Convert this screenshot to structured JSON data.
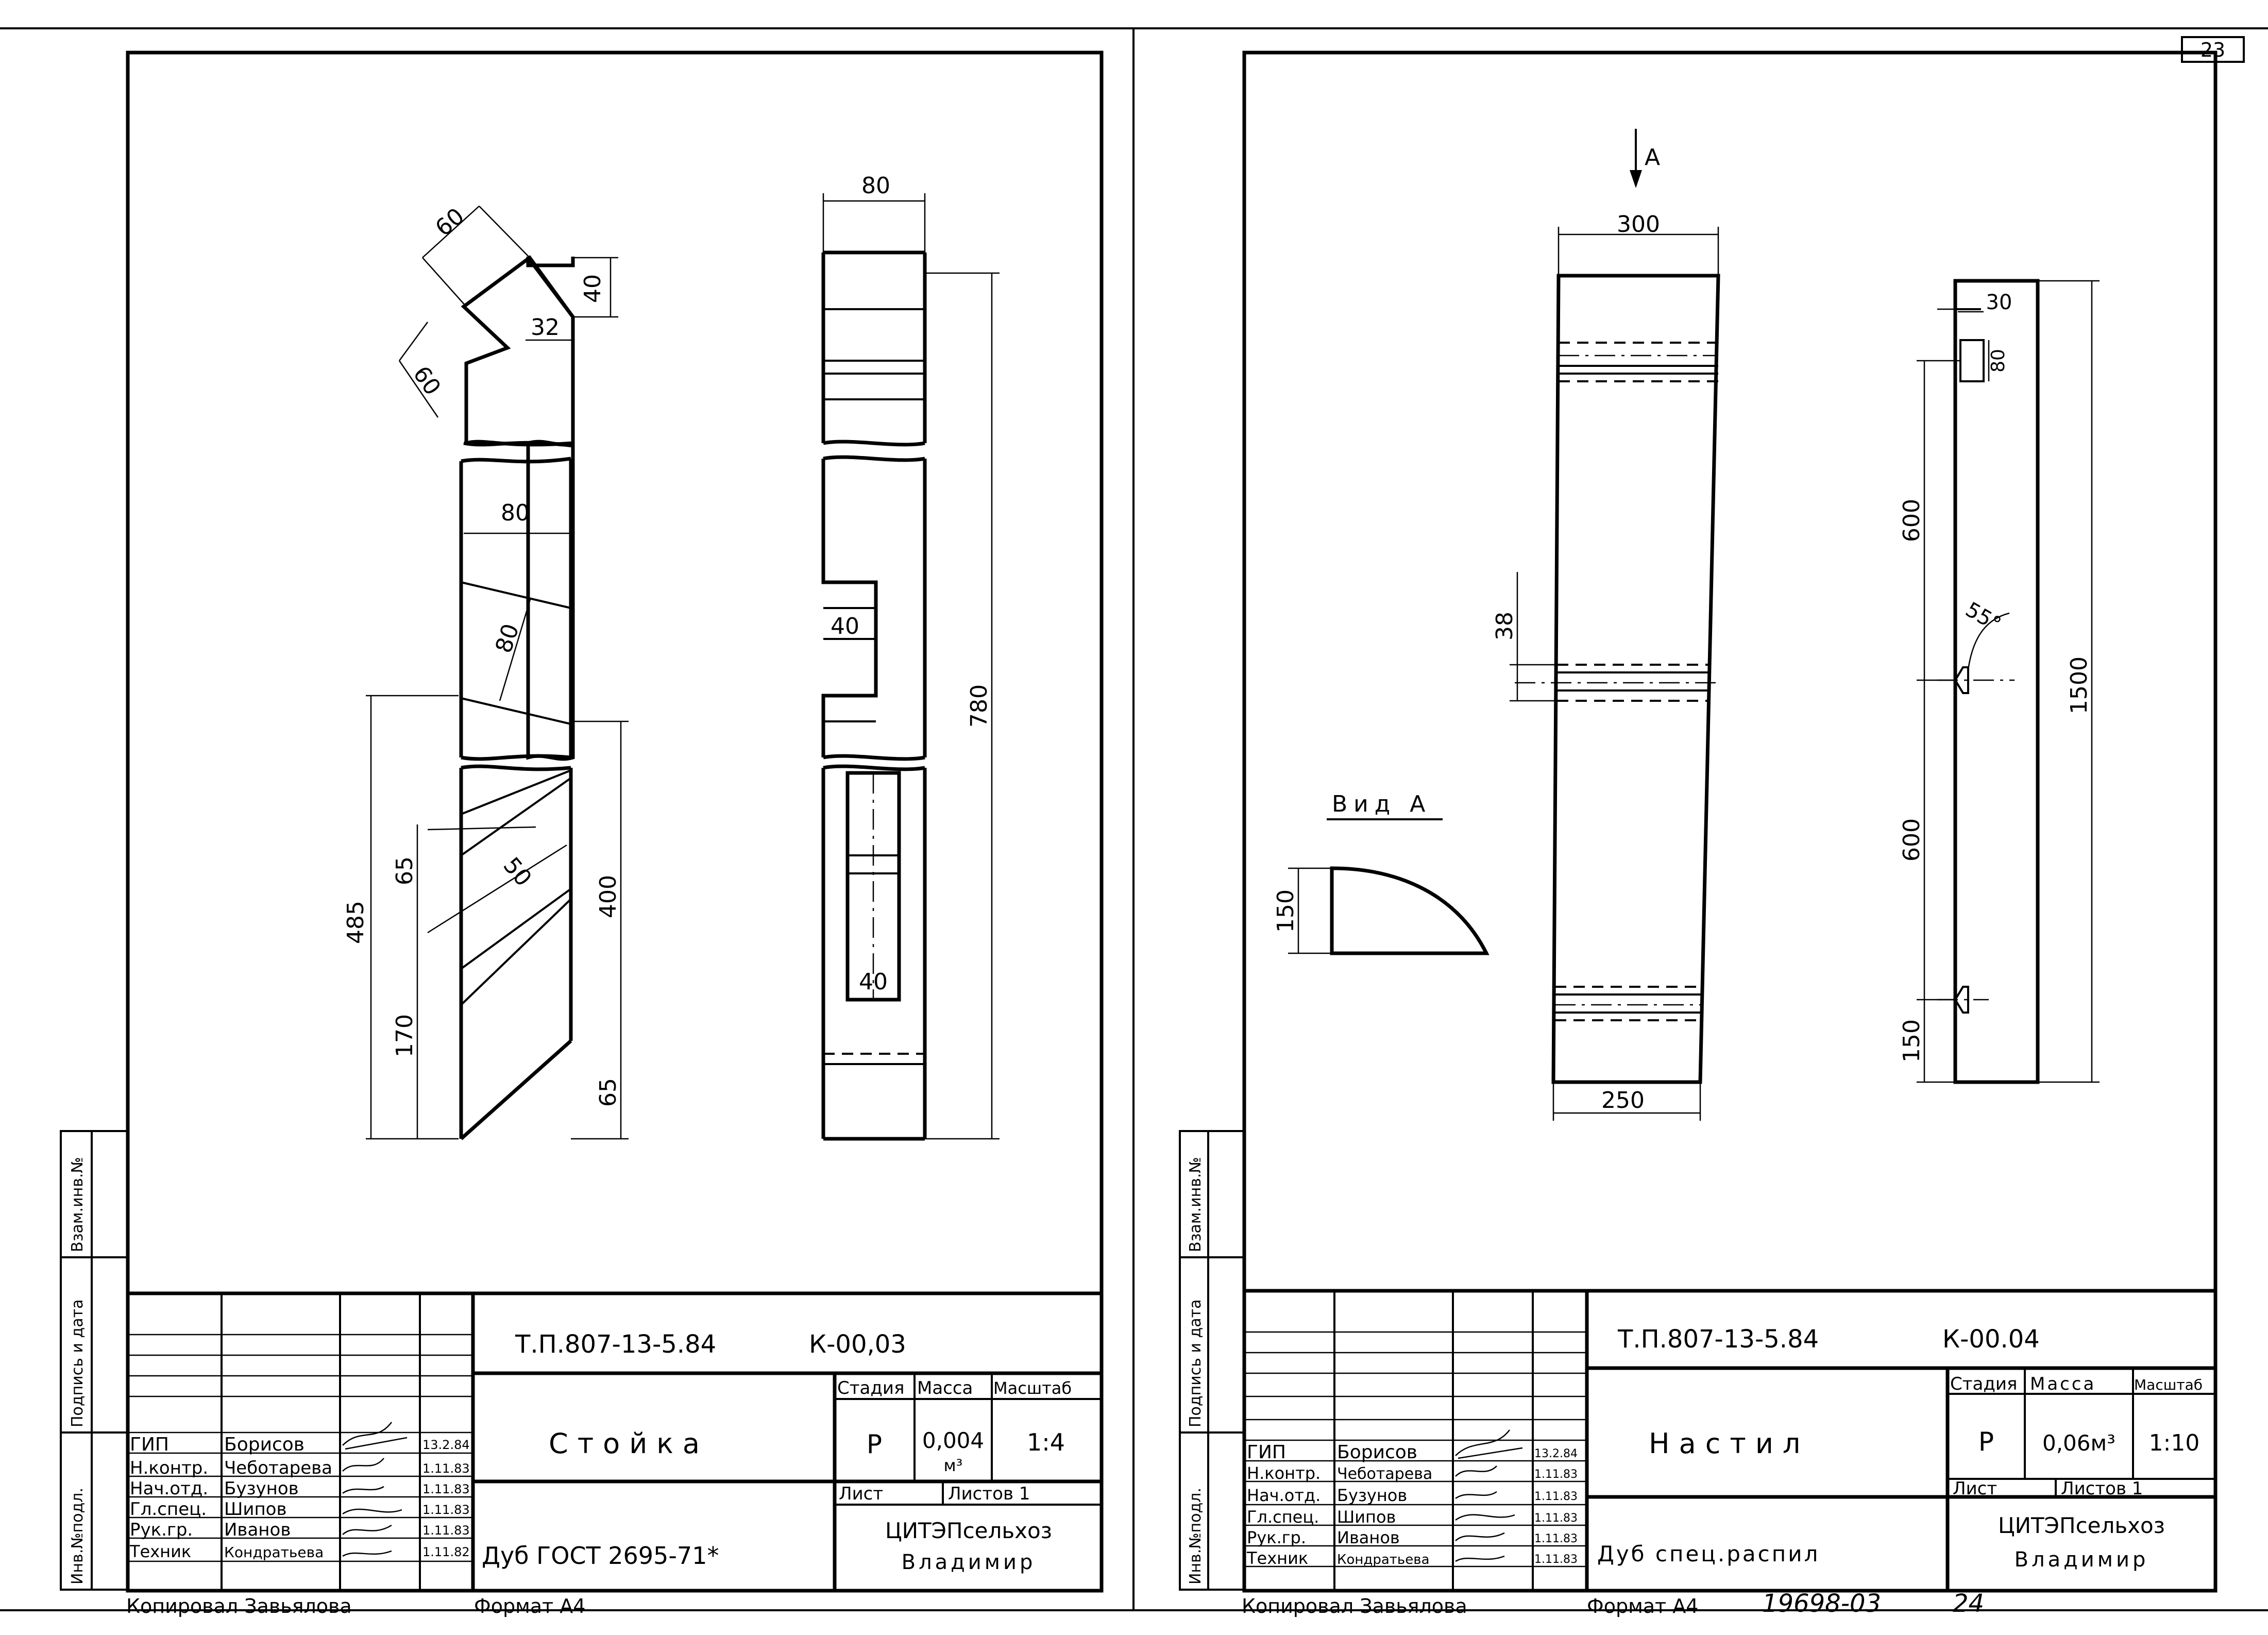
{
  "page_number": "23",
  "left_sheet": {
    "drawing_code": "Т.П.807-13-5.84",
    "part_code": "К-00,03",
    "part_name": "Стойка",
    "material": "Дуб ГОСТ 2695-71*",
    "organization": "ЦИТЭПсельхоз",
    "city": "Владимир",
    "headers": {
      "stage": "Стадия",
      "mass": "Масса",
      "scale": "Масштаб",
      "sheet": "Лист",
      "sheets": "Листов 1"
    },
    "stage": "Р",
    "mass": "0,004",
    "mass_unit": "м³",
    "scale": "1:4",
    "staff": [
      {
        "role": "ГИП",
        "name": "Борисов",
        "date": "13.2.84"
      },
      {
        "role": "Н.контр.",
        "name": "Чеботарева",
        "date": "1.11.83"
      },
      {
        "role": "Нач.отд.",
        "name": "Бузунов",
        "date": "1.11.83"
      },
      {
        "role": "Гл.спец.",
        "name": "Шипов",
        "date": "1.11.83"
      },
      {
        "role": "Рук.гр.",
        "name": "Иванов",
        "date": "1.11.83"
      },
      {
        "role": "Техник",
        "name": "Кондратьева",
        "date": "1.11.82"
      }
    ],
    "footer_copied": "Копировал Завьялова",
    "footer_format": "Формат А4",
    "dims": {
      "d60a": "60",
      "d60b": "60",
      "d40a": "40",
      "d32": "32",
      "d80a": "80",
      "d80b": "80",
      "d485": "485",
      "d65a": "65",
      "d50": "50",
      "d170": "170",
      "d400": "400",
      "d65b": "65",
      "d80c": "80",
      "d40b": "40",
      "d40c": "40",
      "d780": "780"
    }
  },
  "right_sheet": {
    "drawing_code": "Т.П.807-13-5.84",
    "part_code": "К-00.04",
    "part_name": "Настил",
    "material": "Дуб спец.распил",
    "organization": "ЦИТЭПсельхоз",
    "city": "Владимир",
    "headers": {
      "stage": "Стадия",
      "mass": "Масса",
      "scale": "Масштаб",
      "sheet": "Лист",
      "sheets": "Листов 1"
    },
    "stage": "Р",
    "mass": "0,06м³",
    "scale": "1:10",
    "staff": [
      {
        "role": "ГИП",
        "name": "Борисов",
        "date": "13.2.84"
      },
      {
        "role": "Н.контр.",
        "name": "Чеботарева",
        "date": "1.11.83"
      },
      {
        "role": "Нач.отд.",
        "name": "Бузунов",
        "date": "1.11.83"
      },
      {
        "role": "Гл.спец.",
        "name": "Шипов",
        "date": "1.11.83"
      },
      {
        "role": "Рук.гр.",
        "name": "Иванов",
        "date": "1.11.83"
      },
      {
        "role": "Техник",
        "name": "Кондратьева",
        "date": "1.11.83"
      }
    ],
    "footer_copied": "Копировал Завьялова",
    "footer_format": "Формат А4",
    "footer_number": "19698-03",
    "footer_page": "24",
    "view_label": "Вид А",
    "arrow_label": "А",
    "dims": {
      "d300": "300",
      "d250": "250",
      "d38": "38",
      "d150a": "150",
      "d30": "30",
      "d80": "80",
      "d600a": "600",
      "d600b": "600",
      "d55": "55°",
      "d1500": "1500",
      "d150b": "150"
    }
  },
  "side_labels": {
    "inv_orig": "Инв.№подл.",
    "sign_date": "Подпись и дата",
    "inv_repl": "Взам.инв.№"
  }
}
